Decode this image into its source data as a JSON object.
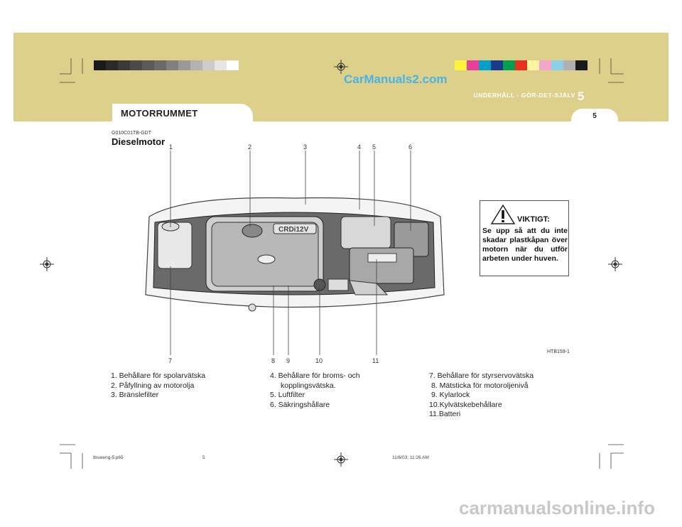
{
  "header": {
    "section_tab": "MOTORRUMMET",
    "chapter_title": "UNDERHÅLL - GÖR-DET-SJÄLV",
    "chapter_number": "5",
    "page_number": "5",
    "watermark": "CarManuals2.com"
  },
  "colors": {
    "header_band": "#ddd08a",
    "grey_strip": [
      "#1a1a1a",
      "#2a2a2a",
      "#3a3a3a",
      "#4a4a4a",
      "#5a5a5a",
      "#6a6a6a",
      "#808080",
      "#999999",
      "#b3b3b3",
      "#cccccc",
      "#e6e6e6",
      "#ffffff"
    ],
    "color_strip": [
      "#fff23a",
      "#e8409a",
      "#00a0c8",
      "#1a3a8c",
      "#00a050",
      "#e83020",
      "#fff3a0",
      "#f4a6c8",
      "#8cd0e8",
      "#b0b0b0",
      "#1a1a1a"
    ]
  },
  "content": {
    "code": "G010C01TB-GDT",
    "title": "Dieselmotor",
    "figure_id": "HTB159-1",
    "callout_numbers_top": [
      "1",
      "2",
      "3",
      "4",
      "5",
      "6"
    ],
    "callout_numbers_bottom": [
      "7",
      "8",
      "9",
      "10",
      "11"
    ]
  },
  "warning": {
    "heading": "VIKTIGT:",
    "text": "Se upp så att du inte skadar plastkåpan över motorn när du utför arbeten under huven."
  },
  "legend": {
    "col1": [
      "1. Behållare för spolarvätska",
      "2. Påfyllning av motorolja",
      "3. Bränslefilter"
    ],
    "col2": [
      "4. Behållare för broms- och",
      "kopplingsvätska.",
      "5. Luftfilter",
      "6. Säkringshållare"
    ],
    "col3": [
      "7. Behållare för styrservovätska",
      "8. Mätsticka för motoroljenivå",
      "9. Kylarlock",
      "10.Kylvätskebehållare",
      "11.Batteri"
    ]
  },
  "footer": {
    "file": "tbsweng-5.p65",
    "page": "5",
    "timestamp": "11/6/03, 11:26 AM"
  },
  "site_watermark": "carmanualsonline.info"
}
